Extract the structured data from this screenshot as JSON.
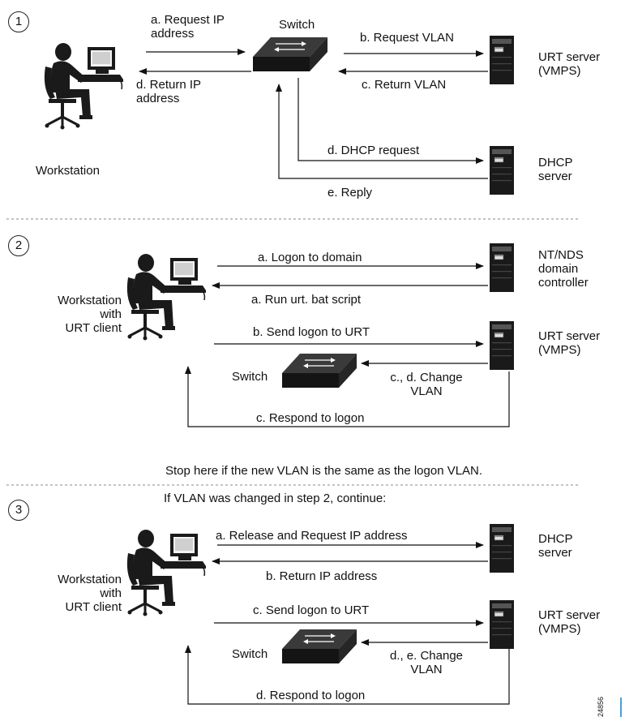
{
  "steps": {
    "s1": "1",
    "s2": "2",
    "s3": "3"
  },
  "section1": {
    "req_ip": "a. Request IP\naddress",
    "ret_ip": "d. Return IP\naddress",
    "switch": "Switch",
    "req_vlan": "b. Request VLAN",
    "ret_vlan": "c. Return VLAN",
    "urt_server": "URT server\n(VMPS)",
    "dhcp_req": "d. DHCP request",
    "dhcp_server": "DHCP\nserver",
    "reply": "e. Reply",
    "workstation": "Workstation"
  },
  "section2": {
    "logon": "a. Logon to domain",
    "run_script": "a. Run urt. bat script",
    "nt_server": "NT/NDS\ndomain\ncontroller",
    "workstation": "Workstation\nwith\nURT client",
    "send_logon": "b. Send logon to URT",
    "urt_server": "URT server\n(VMPS)",
    "switch": "Switch",
    "change_vlan": "c., d. Change\nVLAN",
    "respond": "c. Respond to logon"
  },
  "notes": {
    "stop": "Stop here if the new VLAN is the same as the logon VLAN.",
    "continue": "If VLAN was changed in step 2, continue:"
  },
  "section3": {
    "release": "a. Release and Request IP address",
    "dhcp_server": "DHCP\nserver",
    "return_ip": "b. Return IP address",
    "workstation": "Workstation\nwith\nURT client",
    "send_logon": "c. Send logon to URT",
    "urt_server": "URT server\n(VMPS)",
    "switch": "Switch",
    "change_vlan": "d., e. Change\nVLAN",
    "respond": "d. Respond to logon"
  },
  "figure_id": "24856"
}
